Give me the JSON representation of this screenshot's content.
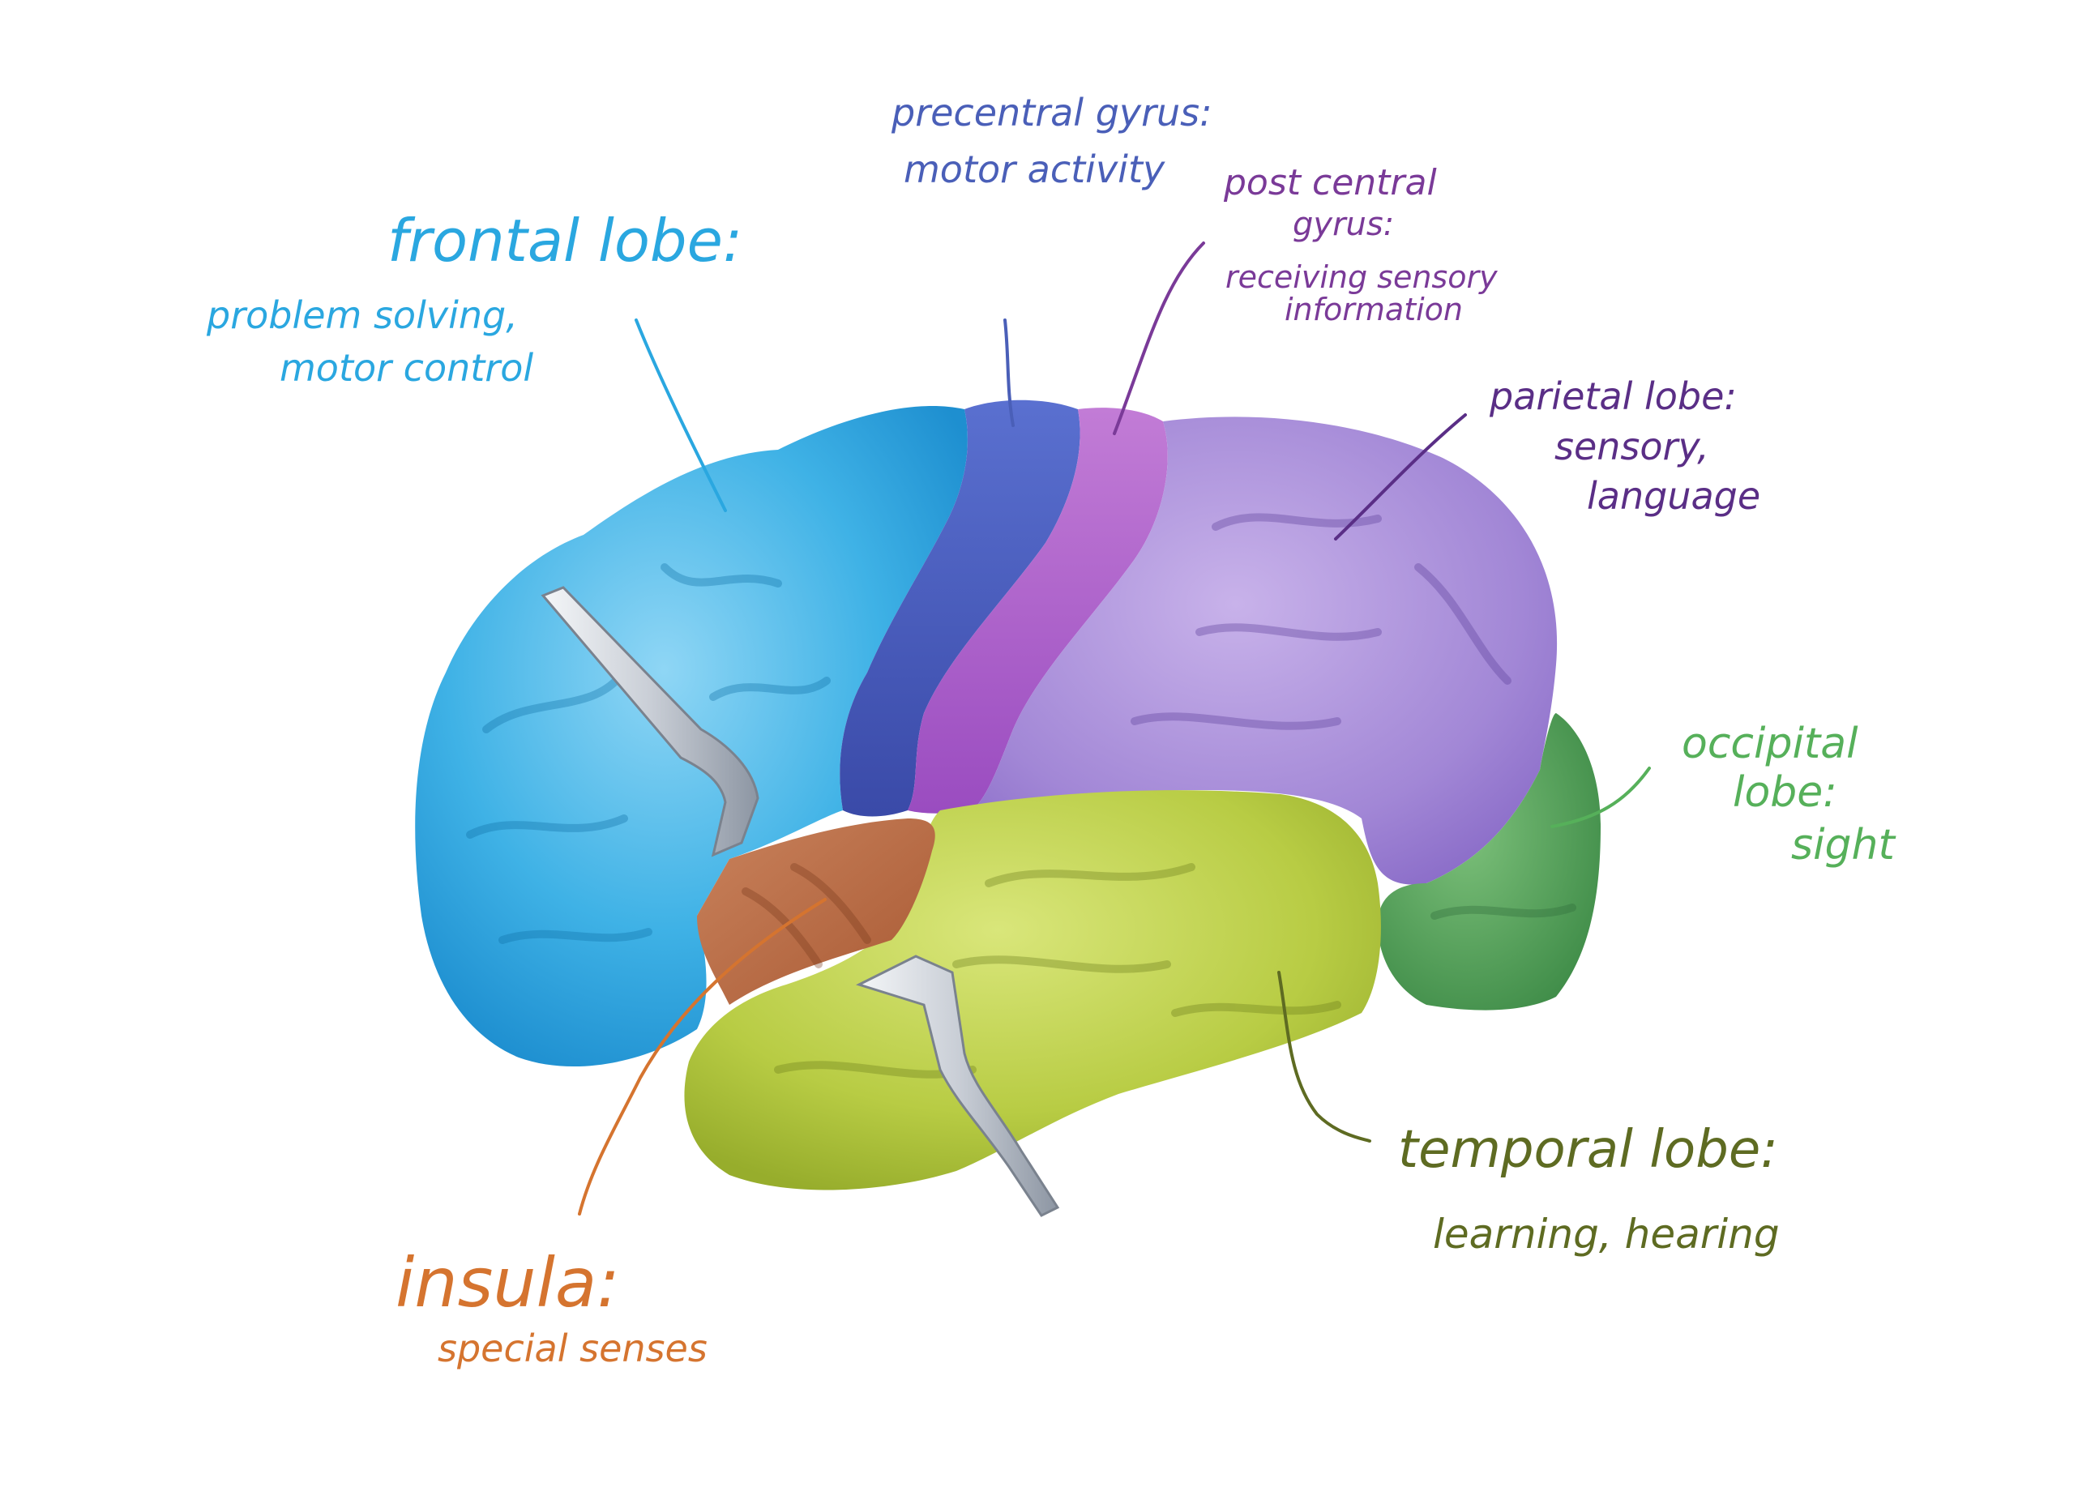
{
  "colors": {
    "frontal": "#2aa7e0",
    "precentral": "#4a5fb8",
    "postcentral": "#7a3a98",
    "parietal": "#5a2e86",
    "occipital": "#56b05a",
    "temporal": "#5e6b22",
    "insula": "#d5742f"
  },
  "labels": {
    "frontal_title": "frontal lobe:",
    "frontal_desc_1": "problem solving,",
    "frontal_desc_2": "motor control",
    "precentral_title": "precentral gyrus:",
    "precentral_desc": "motor activity",
    "postcentral_title_1": "post central",
    "postcentral_title_2": "gyrus:",
    "postcentral_desc_1": "receiving sensory",
    "postcentral_desc_2": "information",
    "parietal_title": "parietal lobe:",
    "parietal_desc_1": "sensory,",
    "parietal_desc_2": "language",
    "occipital_title_1": "occipital",
    "occipital_title_2": "lobe:",
    "occipital_desc": "sight",
    "temporal_title": "temporal lobe:",
    "temporal_desc": "learning, hearing",
    "insula_title": "insula:",
    "insula_desc": "special senses"
  }
}
